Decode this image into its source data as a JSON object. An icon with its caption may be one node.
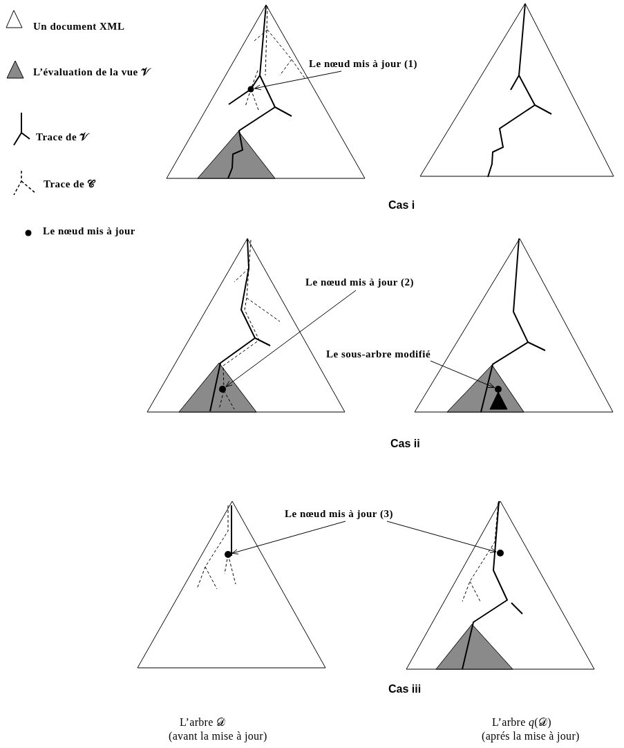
{
  "diagram": {
    "nodes": [
      {
        "text": [
          "Le nœud mis à jour (1)"
        ]
      },
      {
        "text": [],
        "shape": "circle"
      },
      {
        "text": [
          "Le nœud mis à jour (2)"
        ]
      },
      {
        "text": [],
        "shape": "circle"
      },
      {
        "text": [
          "Le sous-arbre modifié"
        ]
      },
      {
        "text": [],
        "shape": "circle"
      },
      {
        "text": [
          "Le nœud mis à jour (3)"
        ]
      },
      {
        "text": [],
        "shape": "circle"
      },
      {
        "text": [],
        "shape": "circle"
      }
    ],
    "edges": [
      {
        "from": 0,
        "to": 1,
        "arrow": "to"
      },
      {
        "from": 2,
        "to": 3,
        "arrow": "to"
      },
      {
        "from": 4,
        "to": 5,
        "arrow": "to"
      },
      {
        "from": 6,
        "to": 7,
        "arrow": "to"
      },
      {
        "from": 6,
        "to": 8,
        "arrow": "to"
      }
    ],
    "labels": [
      "Cas i",
      "Cas ii",
      "Cas iii",
      "L’arbre 𝒟",
      "(avant la mise à jour)",
      "L’arbre *q*(𝒟)",
      "(aprés la mise à jour)"
    ],
    "legend": [
      {
        "text": "Un document XML"
      },
      {
        "text": "L’évaluation de la vue 𝒱"
      },
      {
        "text": "Trace de 𝒱"
      },
      {
        "text": "Trace de 𝒞"
      },
      {
        "text": "Le nœud mis à jour"
      }
    ]
  }
}
